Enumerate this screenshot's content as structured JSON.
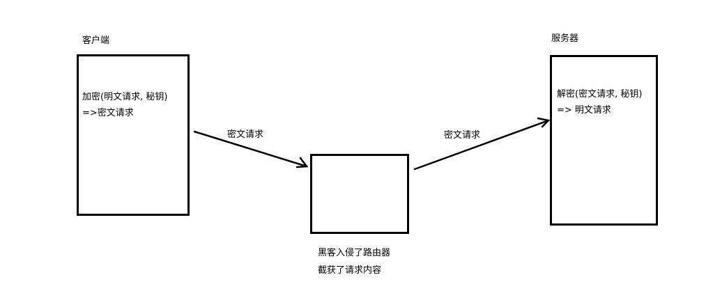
{
  "client": {
    "title": "客户端",
    "line1": "加密(明文请求, 秘钥)",
    "line2": "=>密文请求"
  },
  "router": {
    "caption_line1": "黑客入侵了路由器",
    "caption_line2": "截获了请求内容"
  },
  "server": {
    "title": "服务器",
    "line1": "解密(密文请求, 秘钥)",
    "line2": "=> 明文请求"
  },
  "arrows": [
    {
      "label": "密文请求",
      "from": "client",
      "to": "router"
    },
    {
      "label": "密文请求",
      "from": "router",
      "to": "server"
    }
  ],
  "colors": {
    "stroke": "#000000",
    "background": "#ffffff"
  }
}
